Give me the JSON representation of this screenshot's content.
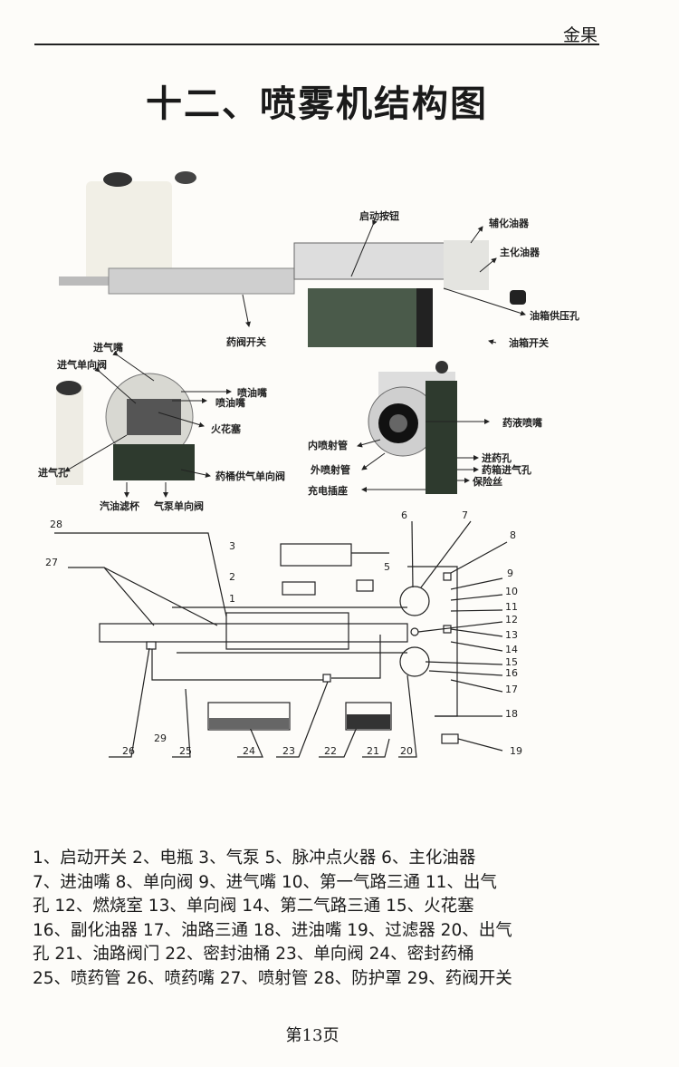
{
  "header": {
    "brand": "金果"
  },
  "title": "十二、喷雾机结构图",
  "photo_labels": {
    "start_button": "启动按钮",
    "aux_carb": "辅化油器",
    "main_carb": "主化油器",
    "tank_pressure_hole": "油箱供压孔",
    "valve_switch": "药阀开关",
    "tank_switch": "油箱开关",
    "air_nozzle": "进气嘴",
    "air_check_valve": "进气单向阀",
    "oil_nozzle_1": "喷油嘴",
    "oil_nozzle_2": "喷油嘴",
    "spark_plug": "火花塞",
    "air_hole": "进气孔",
    "bucket_air_check_valve": "药桶供气单向阀",
    "fuel_filter": "汽油滤杯",
    "pump_check_valve": "气泵单向阀",
    "liquid_nozzle": "药液喷嘴",
    "inner_tube": "内喷射管",
    "outer_tube": "外喷射管",
    "inlet_hole": "进药孔",
    "tank_air_hole": "药箱进气孔",
    "charge_socket": "充电插座",
    "fuse": "保险丝"
  },
  "schematic_numbers": [
    "1",
    "2",
    "3",
    "5",
    "6",
    "7",
    "8",
    "9",
    "10",
    "11",
    "12",
    "13",
    "14",
    "15",
    "16",
    "17",
    "18",
    "19",
    "20",
    "21",
    "22",
    "23",
    "24",
    "25",
    "26",
    "27",
    "28",
    "29"
  ],
  "legend_lines": [
    "1、启动开关 2、电瓶 3、气泵 5、脉冲点火器 6、主化油器",
    "7、进油嘴 8、单向阀 9、进气嘴 10、第一气路三通 11、出气",
    "孔 12、燃烧室 13、单向阀 14、第二气路三通 15、火花塞",
    "16、副化油器 17、油路三通 18、进油嘴 19、过滤器 20、出气",
    "孔 21、油路阀门 22、密封油桶 23、单向阀 24、密封药桶",
    "25、喷药管 26、喷药嘴 27、喷射管 28、防护罩 29、药阀开关"
  ],
  "footer": "第13页"
}
